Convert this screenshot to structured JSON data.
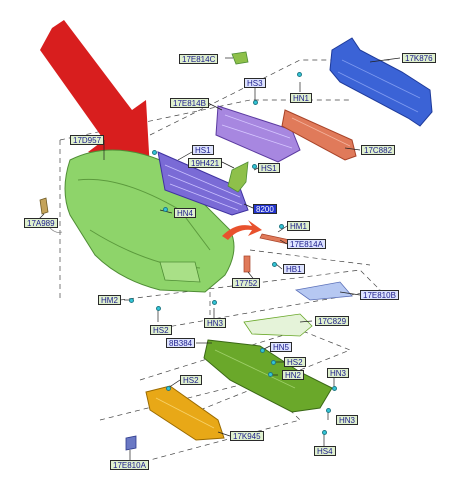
{
  "colors": {
    "arrow": "#d81e1e",
    "bumper": "#8ed46a",
    "grille": "#7a6bd6",
    "upper_bracket": "#a787e0",
    "reinforcement": "#3b63d6",
    "absorber": "#e07a5a",
    "undertray": "#6aa82a",
    "skid_plate": "#e8a817",
    "small_part": "#b6c8f2",
    "fastener": "#33c6d8",
    "label_green_bg": "#dff0cf",
    "label_blue_bg": "#dde3ff",
    "label_text": "#1a1a8a"
  },
  "labels": {
    "l_17e814c": "17E814C",
    "l_hs3": "HS3",
    "l_17e814b": "17E814B",
    "l_hn1": "HN1",
    "l_17k876": "17K876",
    "l_17d957": "17D957",
    "l_hs1a": "HS1",
    "l_19h421": "19H421",
    "l_hs1b": "HS1",
    "l_17c882": "17C882",
    "l_hn4": "HN4",
    "l_8200": "8200",
    "l_17a989": "17A989",
    "l_hm1": "HM1",
    "l_17e814a": "17E814A",
    "l_hb1": "HB1",
    "l_17752": "17752",
    "l_17e810b": "17E810B",
    "l_hm2": "HM2",
    "l_hs2a": "HS2",
    "l_hn3a": "HN3",
    "l_17c829": "17C829",
    "l_8b384": "8B384",
    "l_hn5": "HN5",
    "l_hs2b": "HS2",
    "l_hn2": "HN2",
    "l_hn3b": "HN3",
    "l_hs2c": "HS2",
    "l_hn3c": "HN3",
    "l_17k945": "17K945",
    "l_hs4": "HS4",
    "l_17e810a": "17E810A"
  }
}
